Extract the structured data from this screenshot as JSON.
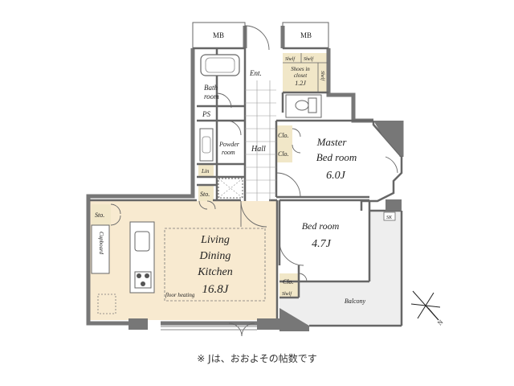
{
  "rooms": {
    "mb_left": "MB",
    "mb_right": "MB",
    "ent": "Ent.",
    "bath_1": "Bath",
    "bath_2": "room",
    "ps": "PS",
    "powder_1": "Powder",
    "powder_2": "room",
    "lin": "Lin",
    "sto_lower": "Sto.",
    "hall": "Hall",
    "shelf_1": "Shelf",
    "shelf_2": "Shelf",
    "shelf_side": "Shelf",
    "shoes_1": "Shoes in",
    "shoes_2": "closet",
    "shoes_size": "1.2J",
    "clo_upper": "Clo.",
    "clo_lower": "Clo.",
    "clo_bed": "Clo.",
    "shelf_bed": "Shelf",
    "master_1": "Master",
    "master_2": "Bed room",
    "master_size": "6.0J",
    "bed_1": "Bed room",
    "bed_size": "4.7J",
    "sk": "SK",
    "sto_ldk": "Sto.",
    "cupboard": "Cupboard",
    "ldk_1": "Living",
    "ldk_2": "Dining",
    "ldk_3": "Kitchen",
    "ldk_size": "16.8J",
    "floor_heating": "floor heating",
    "balcony": "Balcony",
    "north": "N"
  },
  "note": "※ Jは、おおよその帖数です",
  "colors": {
    "ldk_fill": "#f8ead0",
    "storage_fill": "#f1e7c8",
    "balcony_fill": "#eeeeee",
    "wall": "#666666",
    "line": "#555555"
  }
}
